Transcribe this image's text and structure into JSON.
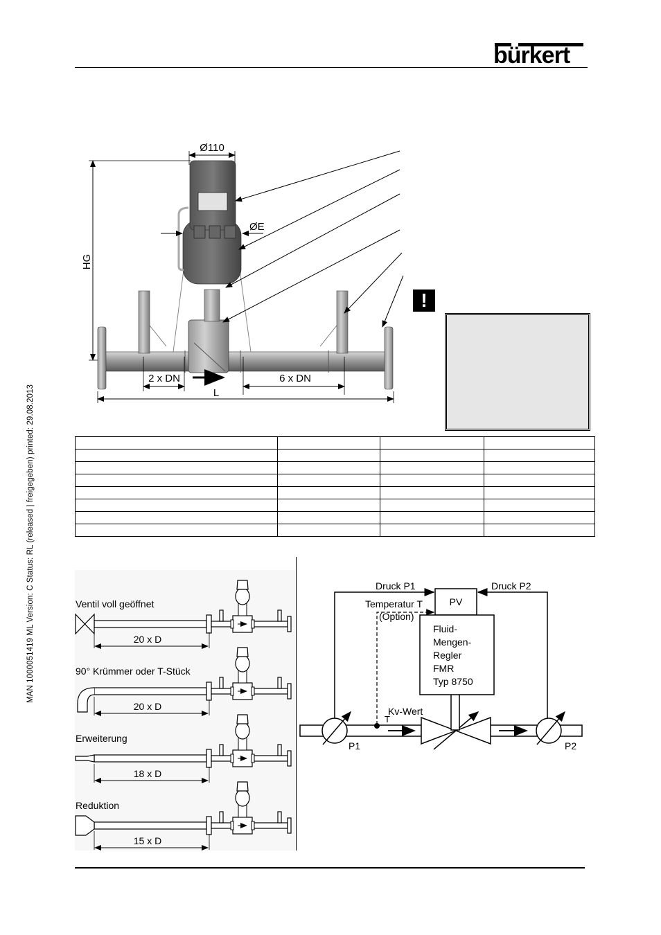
{
  "header": {
    "brand": "bürkert"
  },
  "sidebar": {
    "document_info": "MAN  1000051419  ML  Version: C  Status: RL (released | freigegeben)  printed: 29.08.2013"
  },
  "dimension_drawing": {
    "labels": {
      "top_diameter": "Ø110",
      "body_diameter": "ØE",
      "total_height": "HG",
      "inlet_section": "2 x DN",
      "outlet_section": "6 x DN",
      "total_length": "L"
    },
    "callout_count": 6
  },
  "warning": {
    "icon": "exclamation-icon",
    "symbol": "!",
    "note_text": ""
  },
  "dimension_table": {
    "columns": 4,
    "rows": [
      [
        "",
        "",
        "",
        ""
      ],
      [
        "",
        "",
        "",
        ""
      ],
      [
        "",
        "",
        "",
        ""
      ],
      [
        "",
        "",
        "",
        ""
      ],
      [
        "",
        "",
        "",
        ""
      ],
      [
        "",
        "",
        "",
        ""
      ],
      [
        "",
        "",
        "",
        ""
      ],
      [
        "",
        "",
        "",
        ""
      ]
    ]
  },
  "installation_examples": [
    {
      "label": "Ventil voll geöffnet",
      "distance": "20 x D",
      "fitting": "valve"
    },
    {
      "label": "90° Krümmer oder T-Stück",
      "distance": "20 x D",
      "fitting": "elbow"
    },
    {
      "label": "Erweiterung",
      "distance": "18 x D",
      "fitting": "expansion"
    },
    {
      "label": "Reduktion",
      "distance": "15 x D",
      "fitting": "reduction"
    }
  ],
  "control_schematic": {
    "pressure_1": "Druck P1",
    "pressure_2": "Druck P2",
    "temperature": "Temperatur T",
    "temperature_option": "(Option)",
    "pv_label": "PV",
    "controller_lines": [
      "Fluid-",
      "Mengen-",
      "Regler",
      "FMR",
      "Typ 8750"
    ],
    "valve_label": "Kv-Wert",
    "temp_point": "T",
    "sensor_1": "P1",
    "sensor_2": "P2"
  }
}
